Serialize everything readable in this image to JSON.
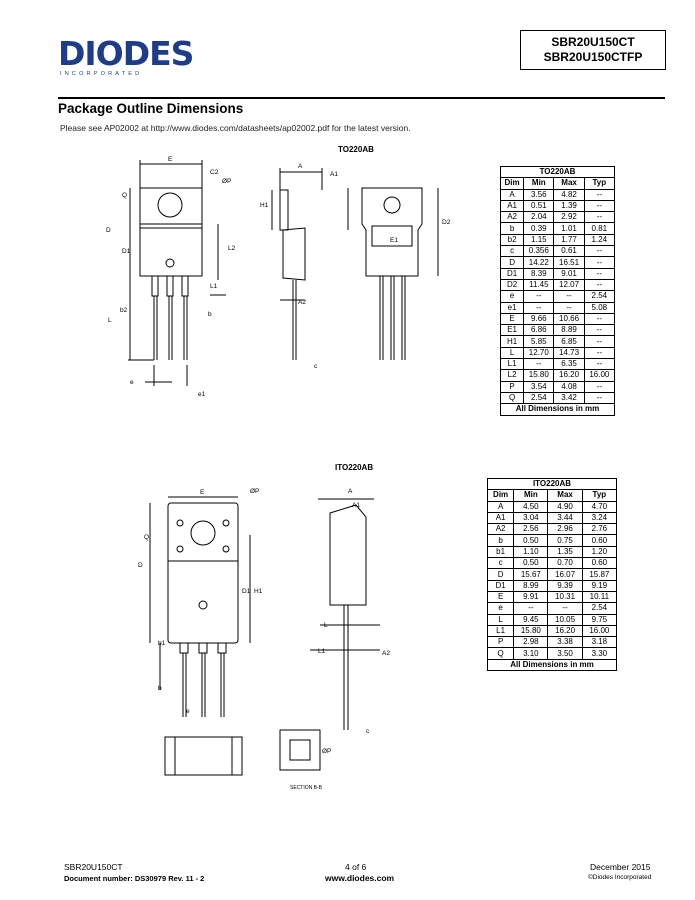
{
  "header": {
    "logo_text": "DIODES",
    "logo_sub": "INCORPORATED",
    "part_line1": "SBR20U150CT",
    "part_line2": "SBR20U150CTFP"
  },
  "section": {
    "title": "Package Outline Dimensions",
    "note": "Please see AP02002 at http://www.diodes.com/datasheets/ap02002.pdf for the latest version."
  },
  "pkg1": {
    "label": "TO220AB",
    "table_title": "TO220AB",
    "headers": [
      "Dim",
      "Min",
      "Max",
      "Typ"
    ],
    "rows": [
      [
        "A",
        "3.56",
        "4.82",
        "--"
      ],
      [
        "A1",
        "0.51",
        "1.39",
        "--"
      ],
      [
        "A2",
        "2.04",
        "2.92",
        "--"
      ],
      [
        "b",
        "0.39",
        "1.01",
        "0.81"
      ],
      [
        "b2",
        "1.15",
        "1.77",
        "1.24"
      ],
      [
        "c",
        "0.356",
        "0.61",
        "--"
      ],
      [
        "D",
        "14.22",
        "16.51",
        "--"
      ],
      [
        "D1",
        "8.39",
        "9.01",
        "--"
      ],
      [
        "D2",
        "11.45",
        "12.07",
        "--"
      ],
      [
        "e",
        "--",
        "--",
        "2.54"
      ],
      [
        "e1",
        "--",
        "--",
        "5.08"
      ],
      [
        "E",
        "9.66",
        "10.66",
        "--"
      ],
      [
        "E1",
        "6.86",
        "8.89",
        "--"
      ],
      [
        "H1",
        "5.85",
        "6.85",
        "--"
      ],
      [
        "L",
        "12.70",
        "14.73",
        "--"
      ],
      [
        "L1",
        "--",
        "6.35",
        "--"
      ],
      [
        "L2",
        "15.80",
        "16.20",
        "16.00"
      ],
      [
        "P",
        "3.54",
        "4.08",
        "--"
      ],
      [
        "Q",
        "2.54",
        "3.42",
        "--"
      ]
    ],
    "footer": "All Dimensions in mm",
    "dims": [
      "E",
      "C2",
      "ØP",
      "Q",
      "D",
      "D1",
      "L2",
      "L1",
      "b2",
      "L",
      "b",
      "e",
      "e1",
      "A",
      "A1",
      "H1",
      "A2",
      "c",
      "D2",
      "E1"
    ]
  },
  "pkg2": {
    "label": "ITO220AB",
    "table_title": "ITO220AB",
    "headers": [
      "Dim",
      "Min",
      "Max",
      "Typ"
    ],
    "rows": [
      [
        "A",
        "4.50",
        "4.90",
        "4.70"
      ],
      [
        "A1",
        "3.04",
        "3.44",
        "3.24"
      ],
      [
        "A2",
        "2.56",
        "2.96",
        "2.76"
      ],
      [
        "b",
        "0.50",
        "0.75",
        "0.60"
      ],
      [
        "b1",
        "1.10",
        "1.35",
        "1.20"
      ],
      [
        "c",
        "0.50",
        "0.70",
        "0.60"
      ],
      [
        "D",
        "15.67",
        "16.07",
        "15.87"
      ],
      [
        "D1",
        "8.99",
        "9.39",
        "9.19"
      ],
      [
        "E",
        "9.91",
        "10.31",
        "10.11"
      ],
      [
        "e",
        "--",
        "--",
        "2.54"
      ],
      [
        "L",
        "9.45",
        "10.05",
        "9.75"
      ],
      [
        "L1",
        "15.80",
        "16.20",
        "16.00"
      ],
      [
        "P",
        "2.98",
        "3.38",
        "3.18"
      ],
      [
        "Q",
        "3.10",
        "3.50",
        "3.30"
      ]
    ],
    "footer": "All Dimensions in mm",
    "dims": [
      "E",
      "ØP",
      "Q",
      "D",
      "D1",
      "H1",
      "b1",
      "b",
      "e",
      "A",
      "A1",
      "A2",
      "L",
      "L1",
      "c",
      "ØP",
      "SECTION B-B"
    ]
  },
  "footer": {
    "part": "SBR20U150CT",
    "doc": "Document number: DS30979 Rev. 11 - 2",
    "page": "4 of 6",
    "url": "www.diodes.com",
    "date": "December 2015",
    "copyright": "©Diodes Incorporated"
  }
}
